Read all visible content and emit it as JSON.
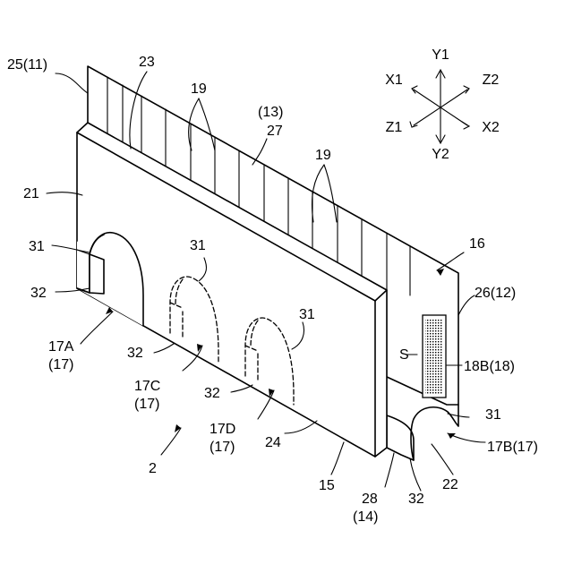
{
  "labels": {
    "l25": "25(11)",
    "l23": "23",
    "l19a": "19",
    "l13": "(13)",
    "l27": "27",
    "l19b": "19",
    "l21": "21",
    "l31a": "31",
    "l31b": "31",
    "l31c": "31",
    "l31d": "31",
    "l32a": "32",
    "l32b": "32",
    "l32c": "32",
    "l32d": "32",
    "l17A": "17A",
    "l17A2": "(17)",
    "l17C": "17C",
    "l17C2": "(17)",
    "l17D": "17D",
    "l17D2": "(17)",
    "l2": "2",
    "l24": "24",
    "l15": "15",
    "l28": "28",
    "l14": "(14)",
    "l22": "22",
    "l17B": "17B(17)",
    "l18B": "18B(18)",
    "l16": "16",
    "l26": "26(12)",
    "lS": "S"
  },
  "axes": {
    "y1": "Y1",
    "y2": "Y2",
    "x1": "X1",
    "x2": "X2",
    "z1": "Z1",
    "z2": "Z2"
  }
}
